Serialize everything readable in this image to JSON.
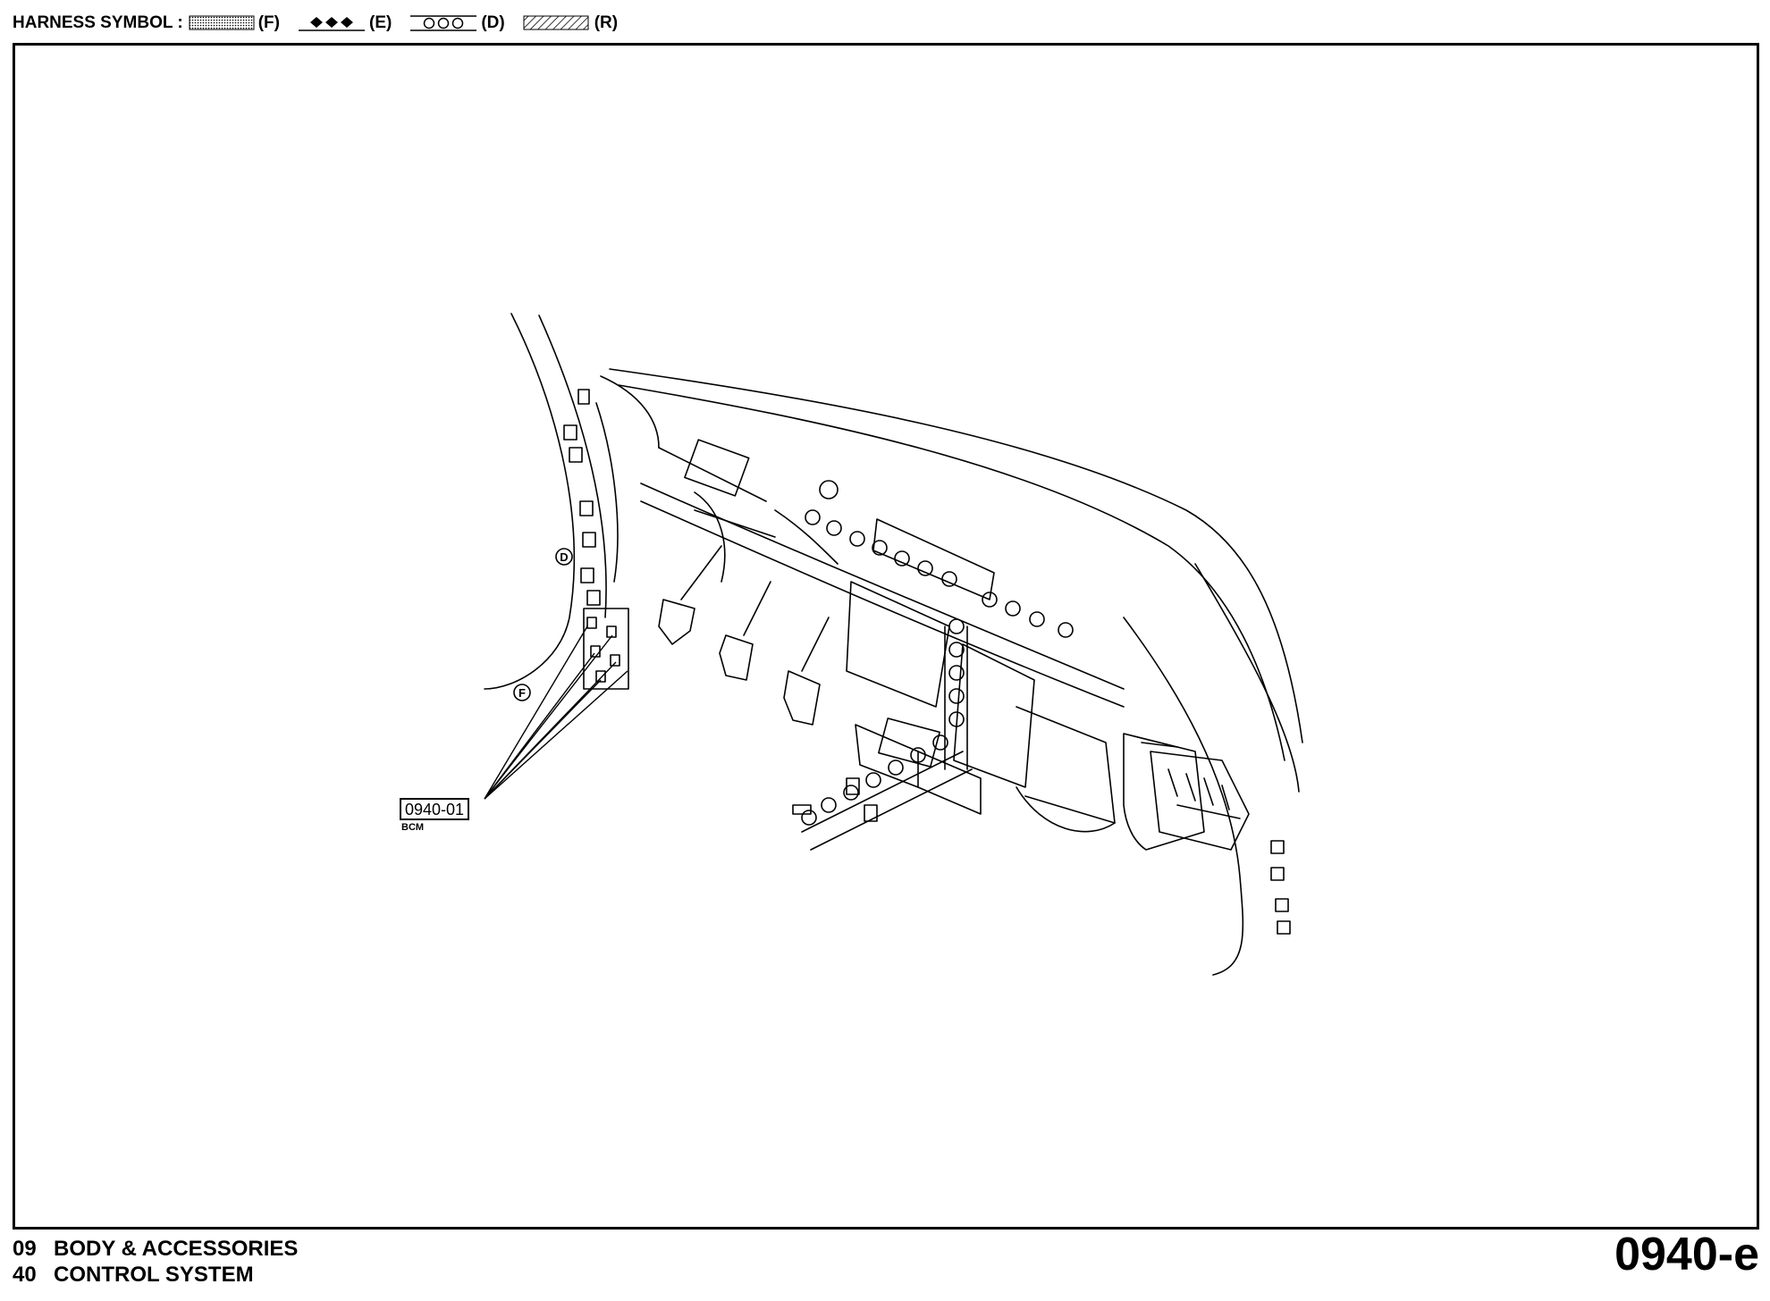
{
  "legend": {
    "title": "HARNESS SYMBOL :",
    "items": [
      {
        "pattern": "dotted-band",
        "label": "(F)"
      },
      {
        "pattern": "diamond-line",
        "label": "(E)"
      },
      {
        "pattern": "circle-line",
        "label": "(D)"
      },
      {
        "pattern": "hatched-band",
        "label": "(R)"
      }
    ]
  },
  "diagram": {
    "harness_markers": {
      "d": "D",
      "f": "F"
    },
    "callout": {
      "code": "0940-01",
      "name": "BCM"
    }
  },
  "footer": {
    "section_1": {
      "number": "09",
      "title": "BODY & ACCESSORIES"
    },
    "section_2": {
      "number": "40",
      "title": "CONTROL SYSTEM"
    },
    "page_code": "0940-e"
  }
}
